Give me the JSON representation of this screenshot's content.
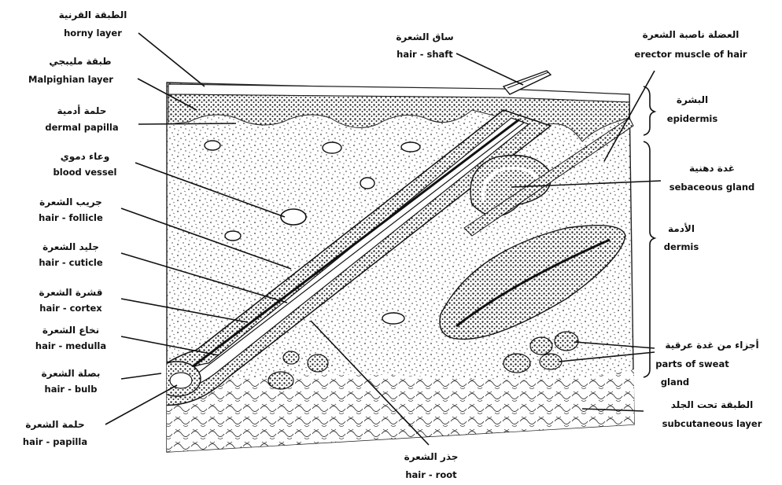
{
  "labels": {
    "horny_layer": {
      "ar": "الطبقة القرنية",
      "en": "horny layer"
    },
    "malpighian_layer": {
      "ar": "طبقة مليبجي",
      "en": "Malpighian layer"
    },
    "dermal_papilla": {
      "ar": "حلمة أدمية",
      "en": "dermal papilla"
    },
    "blood_vessel": {
      "ar": "وعاء دموي",
      "en": "blood vessel"
    },
    "hair_follicle": {
      "ar": "جريب الشعرة",
      "en": "hair - follicle"
    },
    "hair_cuticle": {
      "ar": "جليد الشعرة",
      "en": "hair - cuticle"
    },
    "hair_cortex": {
      "ar": "قشرة الشعرة",
      "en": "hair - cortex"
    },
    "hair_medulla": {
      "ar": "نخاع الشعرة",
      "en": "hair - medulla"
    },
    "hair_bulb": {
      "ar": "بصلة الشعرة",
      "en": "hair - bulb"
    },
    "hair_papilla": {
      "ar": "حلمة الشعرة",
      "en": "hair - papilla"
    },
    "hair_shaft": {
      "ar": "ساق الشعرة",
      "en": "hair - shaft"
    },
    "erector_muscle": {
      "ar": "العضلة ناصبة الشعرة",
      "en": "erector muscle of hair"
    },
    "epidermis": {
      "ar": "البشرة",
      "en": "epidermis"
    },
    "sebaceous_gland": {
      "ar": "غدة دهنية",
      "en": "sebaceous gland"
    },
    "dermis": {
      "ar": "الأدمة",
      "en": "dermis"
    },
    "sweat_gland": {
      "ar": "أجزاء من غدة عرقية",
      "en1": "parts of sweat",
      "en2": "gland"
    },
    "subcutaneous_layer": {
      "ar": "الطبقة تحت الجلد",
      "en": "subcutaneous layer"
    },
    "hair_root": {
      "ar": "جذر الشعرة",
      "en": "hair - root"
    }
  }
}
